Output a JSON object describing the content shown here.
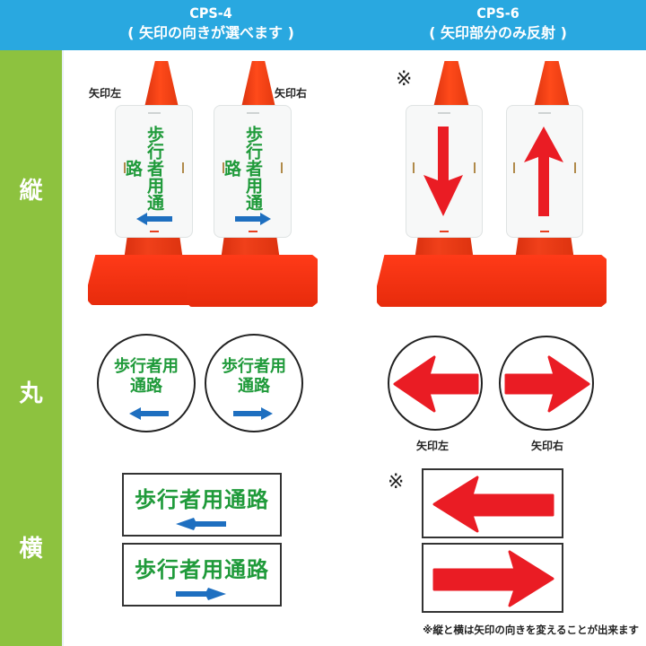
{
  "header": {
    "left": {
      "code": "CPS-4",
      "subtitle": "( 矢印の向きが選べます )"
    },
    "right": {
      "code": "CPS-6",
      "subtitle": "( 矢印部分のみ反射 )"
    }
  },
  "sidebar": {
    "rows": [
      {
        "label": "縦"
      },
      {
        "label": "丸"
      },
      {
        "label": "横"
      }
    ]
  },
  "colors": {
    "header_bg": "#29a8e0",
    "sidebar_bg": "#8dc23f",
    "sign_text_green": "#1f9a3a",
    "arrow_blue": "#1e6fc0",
    "arrow_red": "#ea1c24",
    "cone_red": "#e8320f"
  },
  "vertical": {
    "cps4": {
      "left_label": "矢印左",
      "right_label": "矢印右",
      "sign_text_left": "歩行者用通路",
      "sign_text_right": "歩行者用通路",
      "arrow_left": "arrow-left",
      "arrow_right": "arrow-right"
    },
    "cps6": {
      "note_mark": "※",
      "arrow_left_cone": "arrow-down",
      "arrow_right_cone": "arrow-up"
    }
  },
  "round": {
    "cps4": {
      "left": {
        "line1": "歩行者用",
        "line2": "通路",
        "arrow": "arrow-left"
      },
      "right": {
        "line1": "歩行者用",
        "line2": "通路",
        "arrow": "arrow-right"
      }
    },
    "cps6": {
      "left_label": "矢印左",
      "right_label": "矢印右"
    }
  },
  "horizontal": {
    "cps4": {
      "top": {
        "text": "歩行者用通路",
        "arrow": "arrow-left"
      },
      "bottom": {
        "text": "歩行者用通路",
        "arrow": "arrow-right"
      }
    },
    "cps6": {
      "note_mark": "※",
      "top_arrow": "arrow-left",
      "bottom_arrow": "arrow-right"
    }
  },
  "footnote": "※縦と横は矢印の向きを変えることが出来ます"
}
